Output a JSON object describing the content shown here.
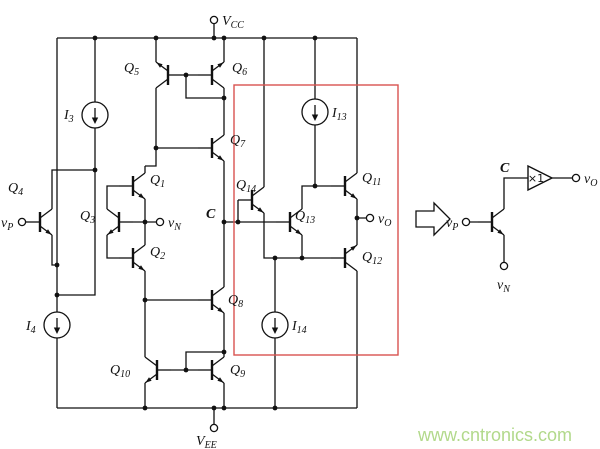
{
  "labels": {
    "vcc": {
      "v": "V",
      "s": "CC"
    },
    "vee": {
      "v": "V",
      "s": "EE"
    },
    "q1": {
      "v": "Q",
      "s": "1"
    },
    "q2": {
      "v": "Q",
      "s": "2"
    },
    "q3": {
      "v": "Q",
      "s": "3"
    },
    "q4": {
      "v": "Q",
      "s": "4"
    },
    "q5": {
      "v": "Q",
      "s": "5"
    },
    "q6": {
      "v": "Q",
      "s": "6"
    },
    "q7": {
      "v": "Q",
      "s": "7"
    },
    "q8": {
      "v": "Q",
      "s": "8"
    },
    "q9": {
      "v": "Q",
      "s": "9"
    },
    "q10": {
      "v": "Q",
      "s": "10"
    },
    "q11": {
      "v": "Q",
      "s": "11"
    },
    "q12": {
      "v": "Q",
      "s": "12"
    },
    "q13": {
      "v": "Q",
      "s": "13"
    },
    "q14": {
      "v": "Q",
      "s": "14"
    },
    "i3": {
      "v": "I",
      "s": "3"
    },
    "i4": {
      "v": "I",
      "s": "4"
    },
    "i13": {
      "v": "I",
      "s": "13"
    },
    "i14": {
      "v": "I",
      "s": "14"
    },
    "vp": {
      "v": "v",
      "s": "P"
    },
    "vn": {
      "v": "v",
      "s": "N"
    },
    "vo": {
      "v": "v",
      "s": "O"
    },
    "c": "C",
    "gain": "×1"
  },
  "watermark": "www.cntronics.com",
  "colors": {
    "box": "#d9534f",
    "node": "#cc2222",
    "watermark": "#b2d98b"
  }
}
